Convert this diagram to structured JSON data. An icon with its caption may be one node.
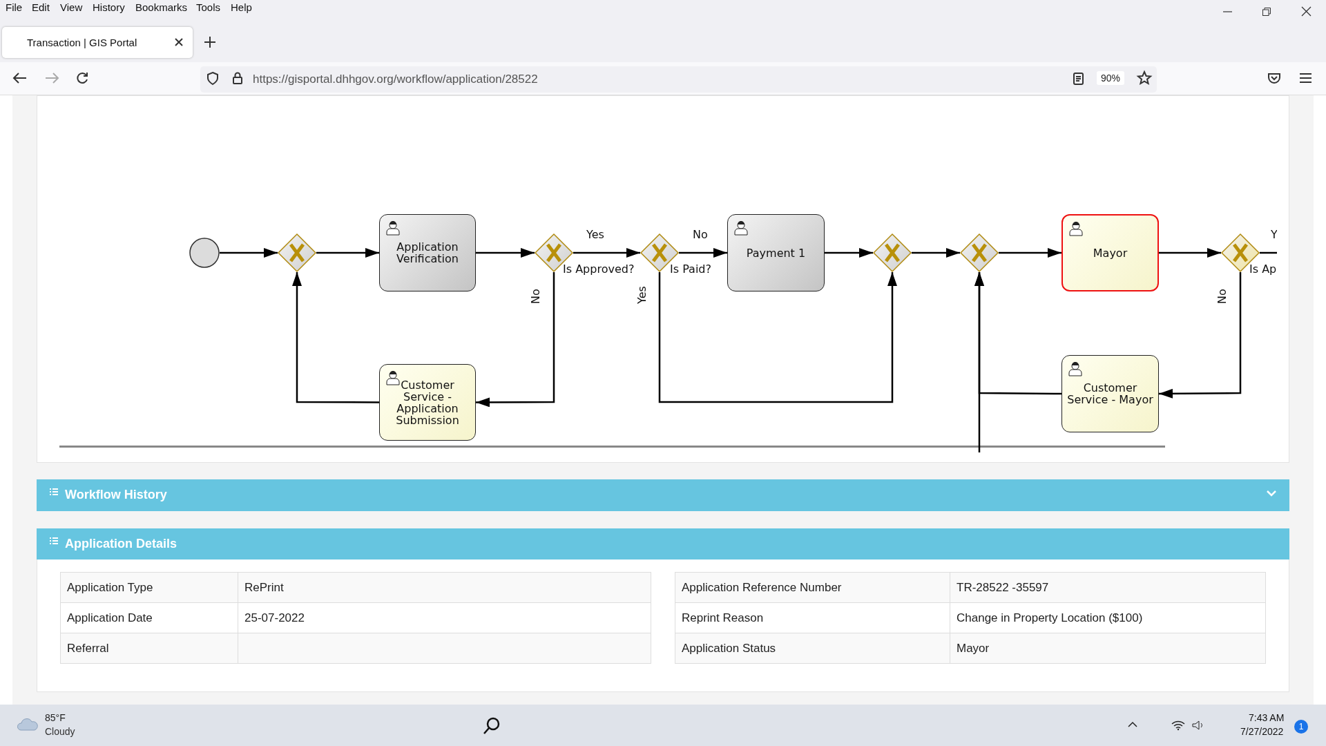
{
  "diagram": {
    "nodes": [
      {
        "text": [],
        "shape": "circle"
      },
      {
        "text": [],
        "shape": "diamond"
      },
      {
        "text": [
          "Application Verification"
        ]
      },
      {
        "text": [],
        "shape": "diamond",
        "beside": [
          "Is Approved?"
        ]
      },
      {
        "text": [],
        "shape": "diamond",
        "beside": [
          "Is Paid?"
        ]
      },
      {
        "text": [
          "Payment 1"
        ]
      },
      {
        "text": [],
        "shape": "diamond"
      },
      {
        "text": [],
        "shape": "diamond"
      },
      {
        "text": [
          "Mayor"
        ]
      },
      {
        "text": [],
        "shape": "diamond",
        "beside": [
          "Is Ap"
        ]
      },
      {
        "text": [
          "Customer Service - Application Submission"
        ]
      },
      {
        "text": [
          "Customer Service - Mayor"
        ]
      }
    ],
    "edges": [
      {
        "from": 0,
        "to": 1,
        "arrow": "to"
      },
      {
        "from": 1,
        "to": 2,
        "arrow": "to"
      },
      {
        "from": 2,
        "to": 3,
        "arrow": "to"
      },
      {
        "from": 3,
        "to": 4,
        "arrow": "to",
        "label": "Yes"
      },
      {
        "from": 4,
        "to": 5,
        "arrow": "to",
        "label": "No"
      },
      {
        "from": 5,
        "to": 6,
        "arrow": "to"
      },
      {
        "from": 6,
        "to": 7,
        "arrow": "to"
      },
      {
        "from": 7,
        "to": 8,
        "arrow": "to"
      },
      {
        "from": 8,
        "to": 9,
        "arrow": "to"
      },
      {
        "from": 9,
        "to": null,
        "arrow": "none",
        "label": "Y"
      },
      {
        "from": 3,
        "to": 10,
        "arrow": "to",
        "label": "No"
      },
      {
        "from": 10,
        "to": 1,
        "arrow": "to"
      },
      {
        "from": 4,
        "to": 6,
        "arrow": "to",
        "label": "Yes"
      },
      {
        "from": 9,
        "to": 11,
        "arrow": "to",
        "label": "No"
      },
      {
        "from": 11,
        "to": 7,
        "arrow": "to"
      },
      {
        "from": null,
        "to": 7,
        "arrow": "to"
      }
    ],
    "labels": [
      "File",
      "Edit",
      "View",
      "History",
      "Bookmarks",
      "Tools",
      "Help",
      "Transaction | GIS Portal",
      "https://gisportal.dhhgov.org/workflow/application/28522",
      "90%",
      "Workflow History",
      "Application Details",
      "Application Type",
      "RePrint",
      "Application Date",
      "25-07-2022",
      "Referral",
      "Application Reference Number",
      "TR-28522 -35597",
      "Reprint Reason",
      "Change in Property Location ($100)",
      "Application Status",
      "Mayor",
      "85°F",
      "Cloudy",
      "7:43 AM",
      "7/27/2022",
      "1"
    ]
  }
}
